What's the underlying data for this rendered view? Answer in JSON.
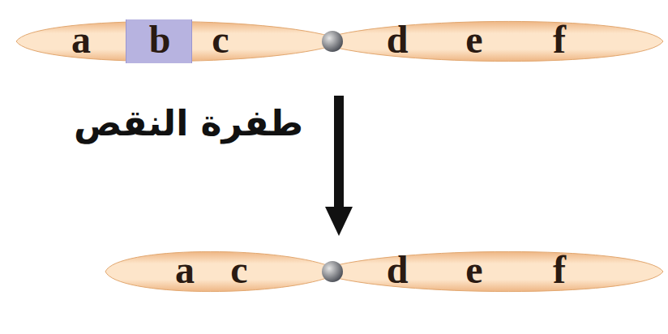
{
  "diagram": {
    "nodes": [
      {
        "text": [
          "a",
          "c"
        ]
      },
      {
        "text": [
          "b"
        ],
        "in": 0
      },
      {
        "text": [
          "d",
          "e",
          "f"
        ]
      },
      {
        "text": [
          "a",
          "c"
        ]
      },
      {
        "text": [
          "d",
          "e",
          "f"
        ]
      }
    ],
    "edges": [
      {
        "from": 2,
        "to": 4,
        "arrow": "to",
        "label": "طفرة النقص"
      }
    ]
  }
}
